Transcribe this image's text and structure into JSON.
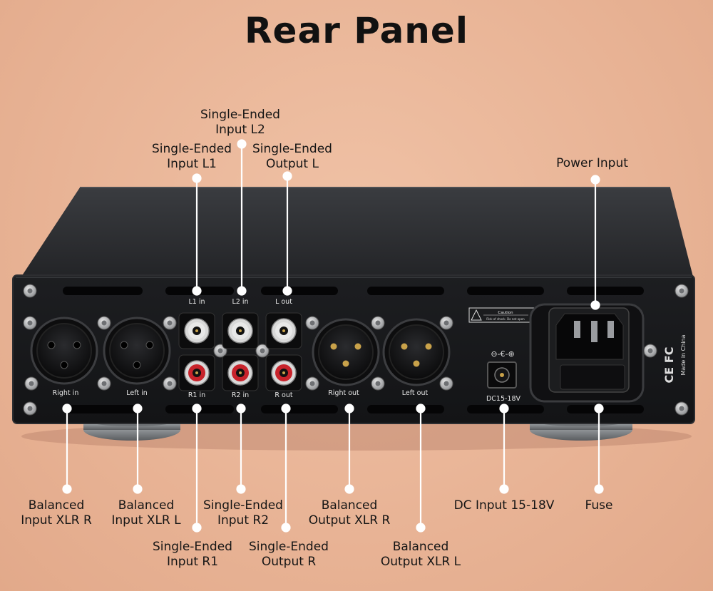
{
  "title": "Rear Panel",
  "callouts": {
    "se_in_l2": {
      "l1": "Single-Ended",
      "l2": "Input L2"
    },
    "se_in_l1": {
      "l1": "Single-Ended",
      "l2": "Input L1"
    },
    "se_out_l": {
      "l1": "Single-Ended",
      "l2": "Output L"
    },
    "power_in": {
      "l1": "Power Input"
    },
    "bal_in_r": {
      "l1": "Balanced",
      "l2": "Input XLR R"
    },
    "bal_in_l": {
      "l1": "Balanced",
      "l2": "Input XLR L"
    },
    "se_in_r2": {
      "l1": "Single-Ended",
      "l2": "Input R2"
    },
    "bal_out_r": {
      "l1": "Balanced",
      "l2": "Output XLR R"
    },
    "dc_in": {
      "l1": "DC Input 15-18V"
    },
    "fuse": {
      "l1": "Fuse"
    },
    "se_in_r1": {
      "l1": "Single-Ended",
      "l2": "Input R1"
    },
    "se_out_r": {
      "l1": "Single-Ended",
      "l2": "Output R"
    },
    "bal_out_l": {
      "l1": "Balanced",
      "l2": "Output XLR L"
    }
  },
  "panel_labels": {
    "l1_in": "L1 in",
    "l2_in": "L2 in",
    "l_out": "L out",
    "r1_in": "R1 in",
    "r2_in": "R2 in",
    "r_out": "R out",
    "right_in": "Right in",
    "left_in": "Left in",
    "right_out": "Right out",
    "left_out": "Left out",
    "dc_rating": "DC15-18V",
    "caution": "Caution",
    "caution_sub": "Risk of shock. Do not open",
    "made_in": "Made in China",
    "ce_mark": "CE FC"
  },
  "colors": {
    "chassis": "#1e1f22",
    "rca_white_ring": "#e8e8e8",
    "rca_red_ring": "#c8232b",
    "background": "#eab497"
  }
}
